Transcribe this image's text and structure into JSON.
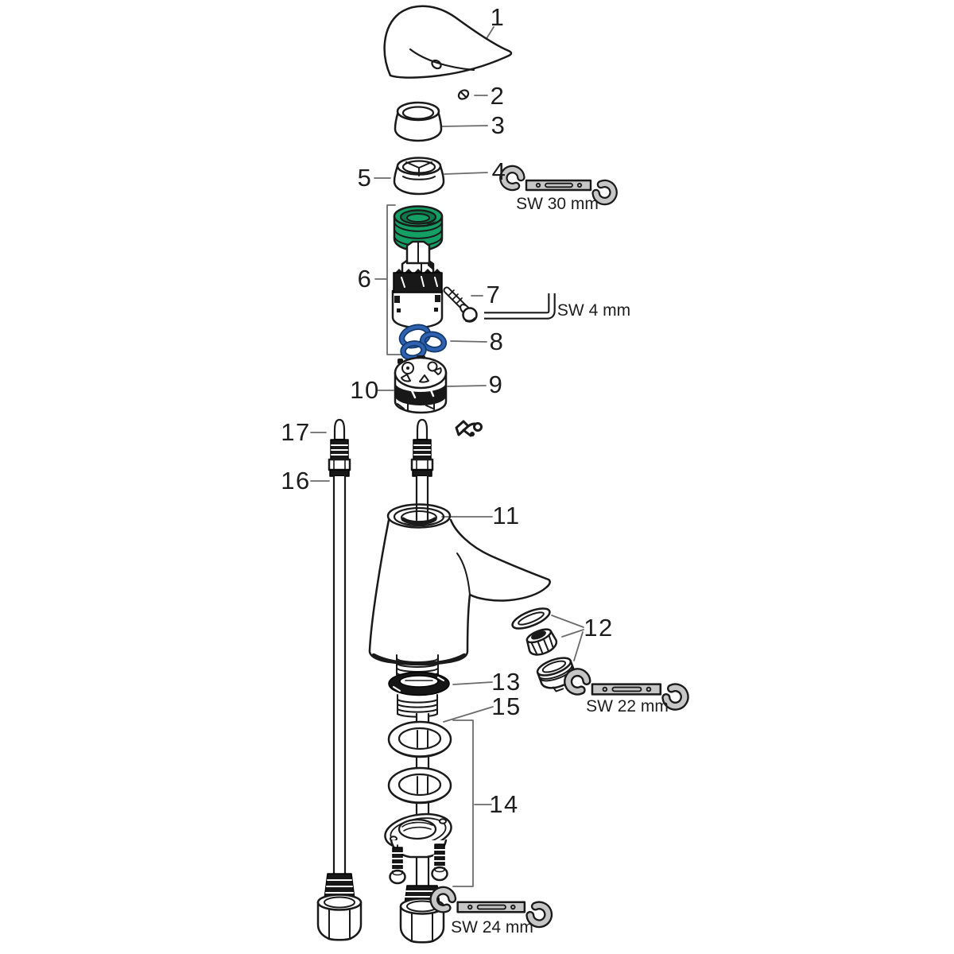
{
  "diagram": {
    "type": "exploded-parts-diagram",
    "callouts": [
      {
        "label": "1"
      },
      {
        "label": "2"
      },
      {
        "label": "3"
      },
      {
        "label": "4"
      },
      {
        "label": "5"
      },
      {
        "label": "6"
      },
      {
        "label": "7"
      },
      {
        "label": "8"
      },
      {
        "label": "9"
      },
      {
        "label": "10"
      },
      {
        "label": "11"
      },
      {
        "label": "12"
      },
      {
        "label": "13"
      },
      {
        "label": "14"
      },
      {
        "label": "15"
      },
      {
        "label": "16"
      },
      {
        "label": "17"
      }
    ],
    "tools": [
      {
        "label": "SW 30 mm"
      },
      {
        "label": "SW 4 mm"
      },
      {
        "label": "SW 22 mm"
      },
      {
        "label": "SW 24 mm"
      }
    ],
    "colors": {
      "outline": "#1a1a1a",
      "leader": "#6b6b6b",
      "seal_green": "#14a065",
      "seal_green_dark": "#0c7a4b",
      "oring_blue": "#2f62b0",
      "oring_blue_dark": "#123a6e",
      "tool_gray": "#c6c6c6",
      "background": "#ffffff"
    }
  }
}
